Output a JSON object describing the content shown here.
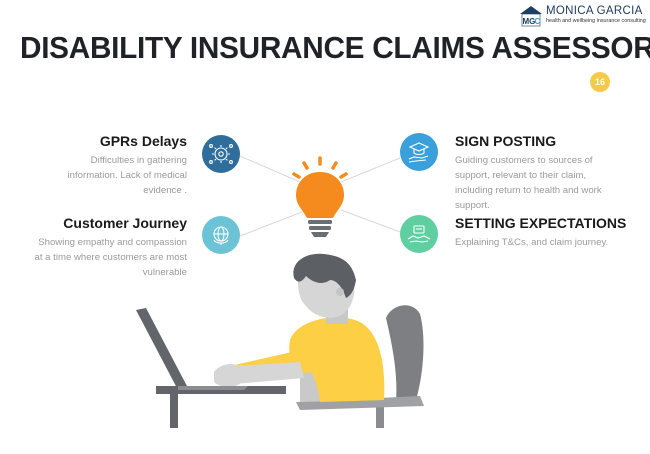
{
  "header": {
    "title": "DISABILITY INSURANCE CLAIMS ASSESSORS",
    "page_number": "16"
  },
  "logo": {
    "name": "MONICA GARCIA",
    "tagline": "health and wellbeing insurance consulting",
    "mark_text": "MGC"
  },
  "items": [
    {
      "heading": "GPRs Delays",
      "text": "Difficulties in gathering information. Lack of medical evidence .",
      "icon": "gear-network-icon",
      "color": "#2e6d9c"
    },
    {
      "heading": "Customer Journey",
      "text": "Showing empathy and compassion at a time where customers are most vulnerable",
      "icon": "globe-icon",
      "color": "#6cc3d5"
    },
    {
      "heading": "SIGN POSTING",
      "text": "Guiding customers to sources of support, relevant to their claim, including return to health and work support.",
      "icon": "graduation-hand-icon",
      "color": "#3aa0db"
    },
    {
      "heading": "SETTING EXPECTATIONS",
      "text": "Explaining T&Cs, and claim journey.",
      "icon": "handshake-icon",
      "color": "#5fcea0"
    }
  ],
  "colors": {
    "bulb": "#f58b1f",
    "shirt": "#fdcf45",
    "hair": "#5c5f63",
    "skin": "#d6d6d6",
    "chair": "#7d7f82",
    "laptop": "#62656a"
  }
}
